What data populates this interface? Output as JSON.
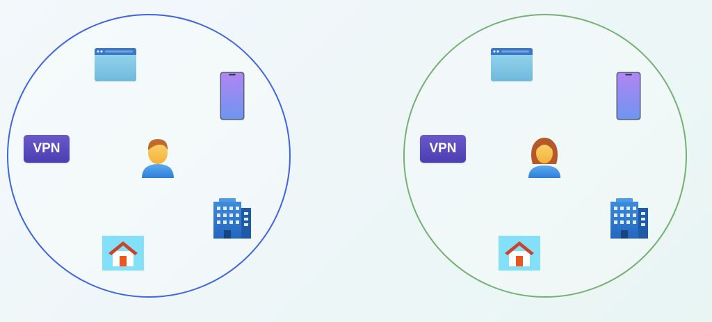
{
  "groups": [
    {
      "name": "left",
      "ring_color": "#3f63e6",
      "person_icon": "man-icon",
      "vpn_label": "VPN",
      "icons": [
        "browser-window-icon",
        "smartphone-icon",
        "vpn-badge",
        "man-icon",
        "office-building-icon",
        "house-icon"
      ]
    },
    {
      "name": "right",
      "ring_color": "#73b071",
      "person_icon": "woman-icon",
      "vpn_label": "VPN",
      "icons": [
        "browser-window-icon",
        "smartphone-icon",
        "vpn-badge",
        "woman-icon",
        "office-building-icon",
        "house-icon"
      ]
    }
  ]
}
